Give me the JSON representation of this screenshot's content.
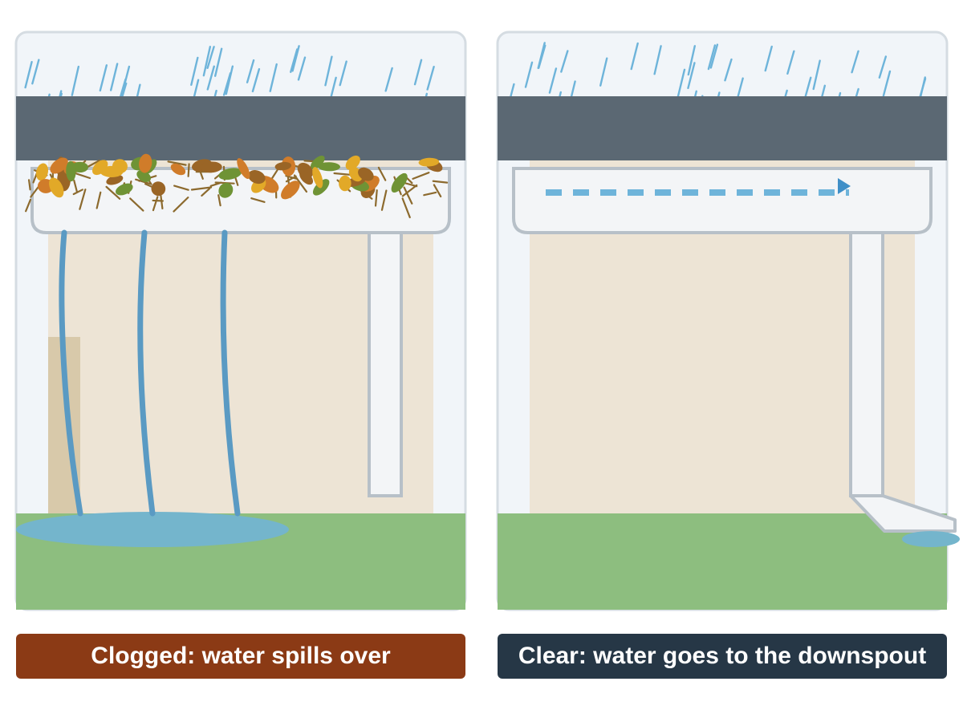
{
  "panels": [
    {
      "id": "clogged",
      "caption": "Clogged: water spills over",
      "caption_color": "#8B3A15",
      "state": "clogged",
      "shows": [
        "rain",
        "leaves-in-gutter",
        "water-overflowing-gutter-lip",
        "puddle-at-wall-base"
      ]
    },
    {
      "id": "clear",
      "caption": "Clear: water goes to the downspout",
      "caption_color": "#263746",
      "state": "clear",
      "shows": [
        "rain",
        "empty-gutter",
        "water-flow-arrow-to-downspout",
        "water-exiting-downspout-elbow"
      ]
    }
  ],
  "colors": {
    "sky": "#F1F5F9",
    "panel_border": "#D5DCE2",
    "roof": "#5B6873",
    "wall": "#EDE4D5",
    "ground": "#8DBE7F",
    "gutter_fill": "#F3F5F7",
    "gutter_stroke": "#B7C0C8",
    "rain": "#6EB4DA",
    "overflow_water": "#5A9AC3",
    "puddle": "#74B5CC",
    "flow_arrow": "#6EB4DA",
    "leaf_orange": "#D07C2A",
    "leaf_brown": "#9A6526",
    "leaf_olive": "#6F9335",
    "leaf_yellow": "#E2A928",
    "twig": "#8C6A2E"
  }
}
